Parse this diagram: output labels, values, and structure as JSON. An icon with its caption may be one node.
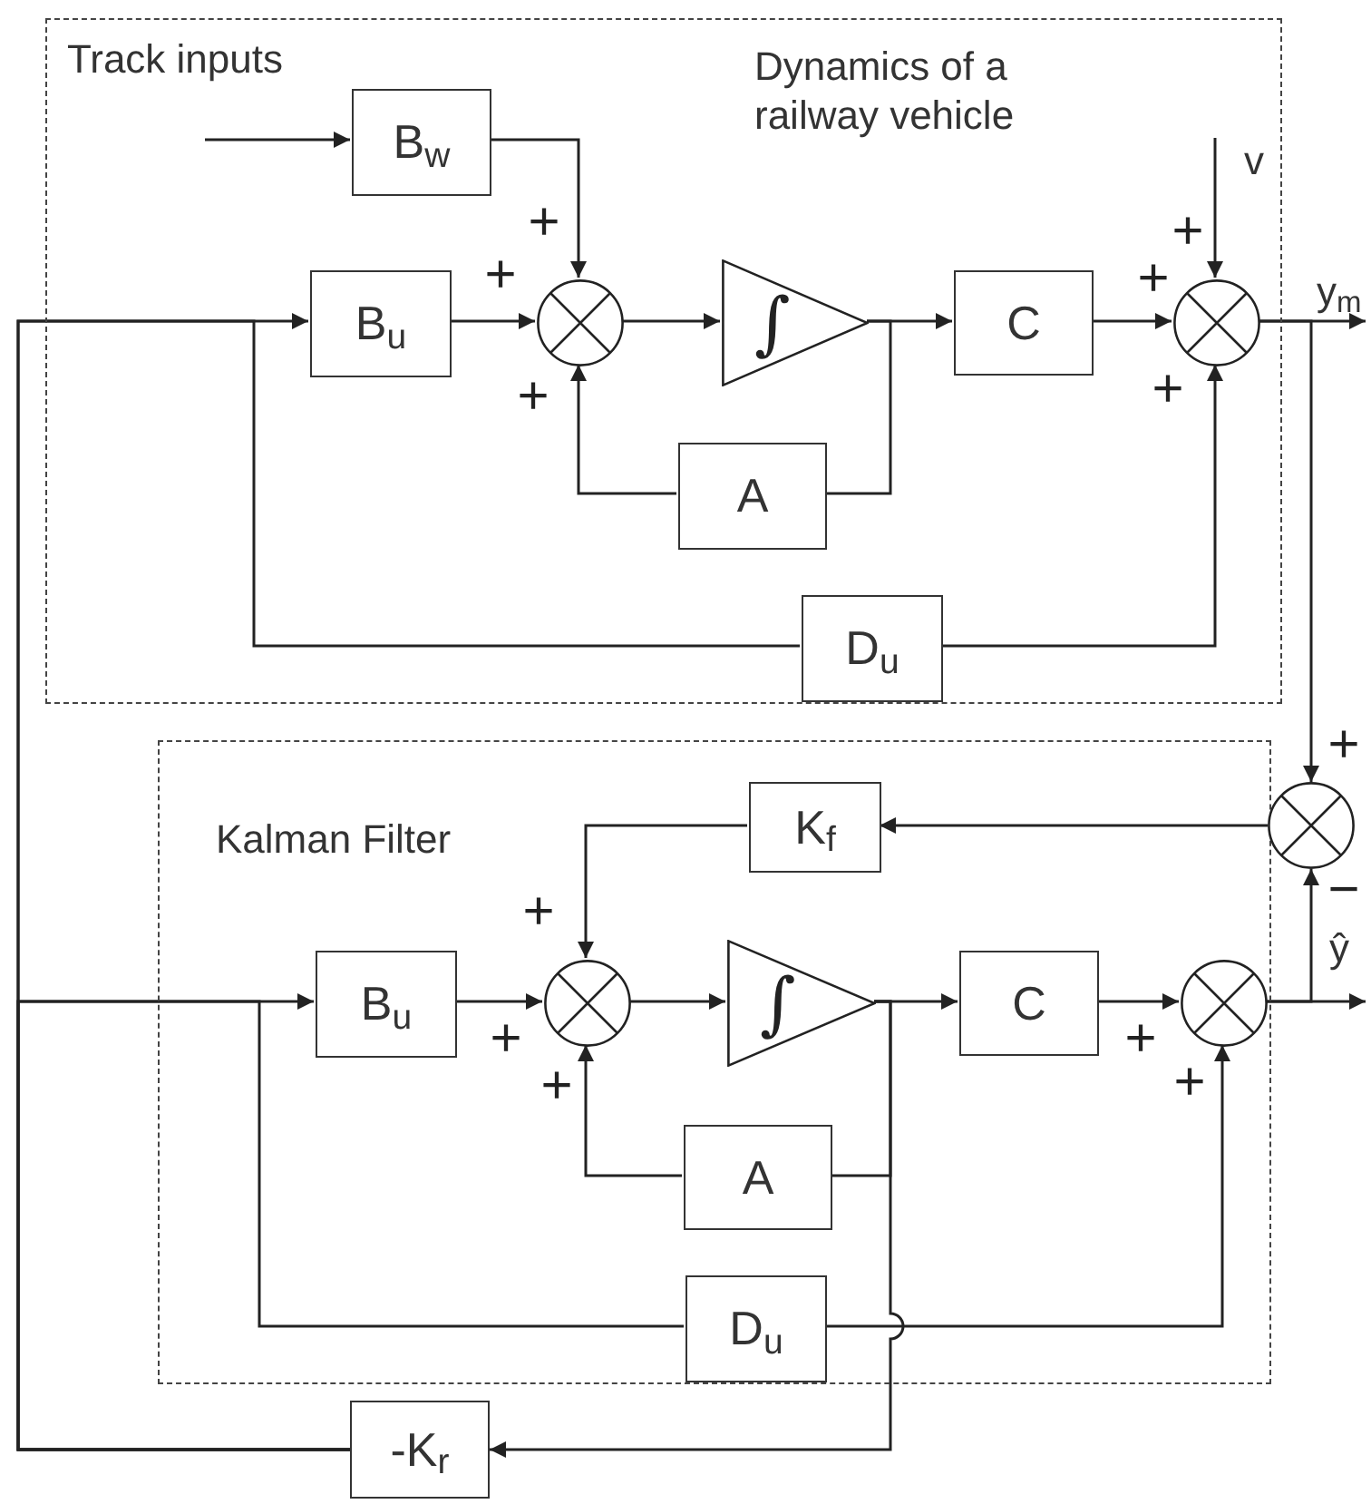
{
  "diagram": {
    "nodes": [
      {
        "text": [
          "Dynamics of a railway vehicle"
        ]
      },
      {
        "text": [
          "B$_{w}$"
        ],
        "in": 0
      },
      {
        "text": [
          "B$_{u}$"
        ],
        "in": 0
      },
      {
        "text": [],
        "shape": "circle",
        "in": 0
      },
      {
        "text": [
          "∫"
        ],
        "in": 0
      },
      {
        "text": [
          "C"
        ],
        "in": 0
      },
      {
        "text": [],
        "shape": "circle",
        "in": 0
      },
      {
        "text": [
          "A"
        ],
        "in": 0
      },
      {
        "text": [
          "D$_{u}$"
        ],
        "in": 0
      },
      {
        "text": [
          "Kalman Filter"
        ]
      },
      {
        "text": [
          "K$_{f}$"
        ],
        "in": 9
      },
      {
        "text": [
          "B$_{u}$"
        ],
        "in": 9
      },
      {
        "text": [],
        "shape": "circle",
        "in": 9
      },
      {
        "text": [
          "∫"
        ],
        "in": 9
      },
      {
        "text": [
          "C"
        ],
        "in": 9
      },
      {
        "text": [],
        "shape": "circle",
        "in": 9
      },
      {
        "text": [
          "A"
        ],
        "in": 9
      },
      {
        "text": [
          "D$_{u}$"
        ],
        "in": 9
      },
      {
        "text": [],
        "shape": "circle"
      },
      {
        "text": [
          "-K$_{r}$"
        ]
      }
    ],
    "edges": [
      {
        "from": null,
        "to": 1,
        "arrow": "to",
        "label": "Track inputs"
      },
      {
        "from": 1,
        "to": 3,
        "arrow": "to"
      },
      {
        "from": 19,
        "to": 2,
        "arrow": "to"
      },
      {
        "from": 19,
        "to": 8,
        "arrow": "none"
      },
      {
        "from": 19,
        "to": 11,
        "arrow": "to"
      },
      {
        "from": 19,
        "to": 17,
        "arrow": "none"
      },
      {
        "from": 2,
        "to": 3,
        "arrow": "to"
      },
      {
        "from": 3,
        "to": 4,
        "arrow": "to"
      },
      {
        "from": 4,
        "to": 5,
        "arrow": "to"
      },
      {
        "from": 4,
        "to": 7,
        "arrow": "none"
      },
      {
        "from": 7,
        "to": 3,
        "arrow": "to"
      },
      {
        "from": 5,
        "to": 6,
        "arrow": "to"
      },
      {
        "from": null,
        "to": 6,
        "arrow": "to",
        "label": "v"
      },
      {
        "from": 8,
        "to": 6,
        "arrow": "to"
      },
      {
        "from": 6,
        "to": null,
        "arrow": "to",
        "label": "y$_{m}$"
      },
      {
        "from": 6,
        "to": 18,
        "arrow": "to"
      },
      {
        "from": 18,
        "to": 10,
        "arrow": "to"
      },
      {
        "from": 10,
        "to": 12,
        "arrow": "to"
      },
      {
        "from": 11,
        "to": 12,
        "arrow": "to"
      },
      {
        "from": 12,
        "to": 13,
        "arrow": "to"
      },
      {
        "from": 13,
        "to": 14,
        "arrow": "to"
      },
      {
        "from": 13,
        "to": 16,
        "arrow": "none"
      },
      {
        "from": 16,
        "to": 12,
        "arrow": "to"
      },
      {
        "from": 13,
        "to": 19,
        "arrow": "to"
      },
      {
        "from": 14,
        "to": 15,
        "arrow": "to"
      },
      {
        "from": 17,
        "to": 15,
        "arrow": "to"
      },
      {
        "from": 15,
        "to": null,
        "arrow": "to"
      },
      {
        "from": 15,
        "to": 18,
        "arrow": "to",
        "label": "ŷ"
      }
    ],
    "labels": [
      "+",
      "+",
      "+",
      "+",
      "+",
      "+",
      "+",
      "−",
      "+",
      "+",
      "+",
      "+",
      "+"
    ]
  }
}
